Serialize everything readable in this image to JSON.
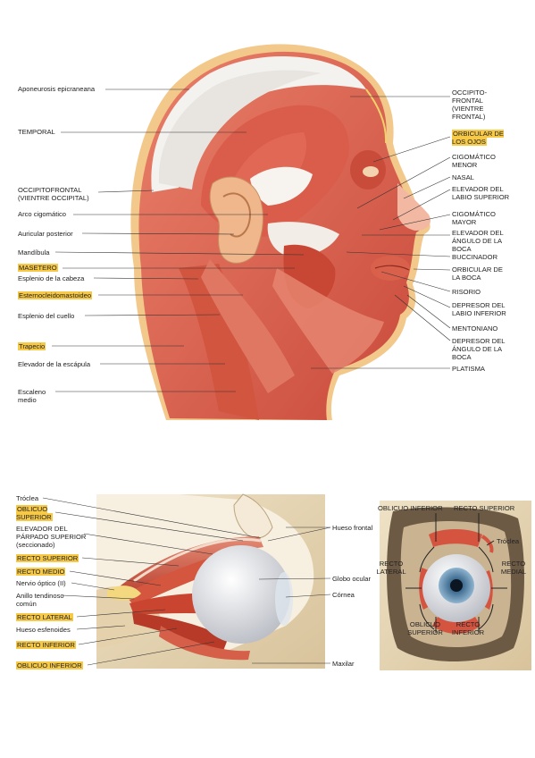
{
  "head": {
    "left_labels": [
      {
        "text": "Aponeurosis epicraneana",
        "hl": false
      },
      {
        "text": "TEMPORAL",
        "hl": false
      },
      {
        "text": "OCCIPITOFRONTAL\n(VIENTRE OCCIPITAL)",
        "hl": false
      },
      {
        "text": "Arco cigomático",
        "hl": false
      },
      {
        "text": "Auricular posterior",
        "hl": false
      },
      {
        "text": "Mandíbula",
        "hl": false
      },
      {
        "text": "MASETERO",
        "hl": true
      },
      {
        "text": "Esplenio de la cabeza",
        "hl": false
      },
      {
        "text": "Esternocleidomastoideo",
        "hl": true
      },
      {
        "text": "Esplenio del cuello",
        "hl": false
      },
      {
        "text": "Trapecio",
        "hl": true
      },
      {
        "text": "Elevador de la escápula",
        "hl": false
      },
      {
        "text": "Escaleno\nmedio",
        "hl": false
      }
    ],
    "right_labels": [
      {
        "text": "OCCIPITO-\nFRONTAL\n(VIENTRE\nFRONTAL)",
        "hl": false
      },
      {
        "text": "ORBICULAR DE\nLOS OJOS",
        "hl": true
      },
      {
        "text": "CIGOMÁTICO\nMENOR",
        "hl": false
      },
      {
        "text": "NASAL",
        "hl": false
      },
      {
        "text": "ELEVADOR DEL\nLABIO SUPERIOR",
        "hl": false
      },
      {
        "text": "CIGOMÁTICO\nMAYOR",
        "hl": false
      },
      {
        "text": "ELEVADOR DEL\nÁNGULO DE LA\nBOCA",
        "hl": false
      },
      {
        "text": "BUCCINADOR",
        "hl": false
      },
      {
        "text": "ORBICULAR DE\nLA BOCA",
        "hl": false
      },
      {
        "text": "RISORIO",
        "hl": false
      },
      {
        "text": "DEPRESOR DEL\nLABIO INFERIOR",
        "hl": false
      },
      {
        "text": "MENTONIANO",
        "hl": false
      },
      {
        "text": "DEPRESOR DEL\nÁNGULO DE LA\nBOCA",
        "hl": false
      },
      {
        "text": "PLATISMA",
        "hl": false
      }
    ]
  },
  "eye": {
    "left_labels": [
      {
        "text": "Tróclea",
        "hl": false
      },
      {
        "text": "OBLICUO\nSUPERIOR",
        "hl": true
      },
      {
        "text": "ELEVADOR DEL\nPÁRPADO SUPERIOR\n(seccionado)",
        "hl": false
      },
      {
        "text": "RECTO SUPERIOR",
        "hl": true
      },
      {
        "text": "RECTO MEDIO",
        "hl": true
      },
      {
        "text": "Nervio óptico (II)",
        "hl": false
      },
      {
        "text": "Anillo tendinoso\ncomún",
        "hl": false
      },
      {
        "text": "RECTO LATERAL",
        "hl": true
      },
      {
        "text": "Hueso esfenoides",
        "hl": false
      },
      {
        "text": "RECTO INFERIOR",
        "hl": true
      },
      {
        "text": "OBLICUO INFERIOR",
        "hl": true
      }
    ],
    "right_labels": [
      {
        "text": "Hueso frontal",
        "hl": false
      },
      {
        "text": "Globo ocular",
        "hl": false
      },
      {
        "text": "Córnea",
        "hl": false
      },
      {
        "text": "Maxilar",
        "hl": false
      }
    ],
    "front_labels": [
      {
        "text": "OBLICUO INFERIOR"
      },
      {
        "text": "RECTO SUPERIOR"
      },
      {
        "text": "Tróclea"
      },
      {
        "text": "RECTO\nLATERAL"
      },
      {
        "text": "RECTO\nMEDIAL"
      },
      {
        "text": "OBLICUO\nSUPERIOR"
      },
      {
        "text": "RECTO\nINFERIOR"
      }
    ]
  }
}
